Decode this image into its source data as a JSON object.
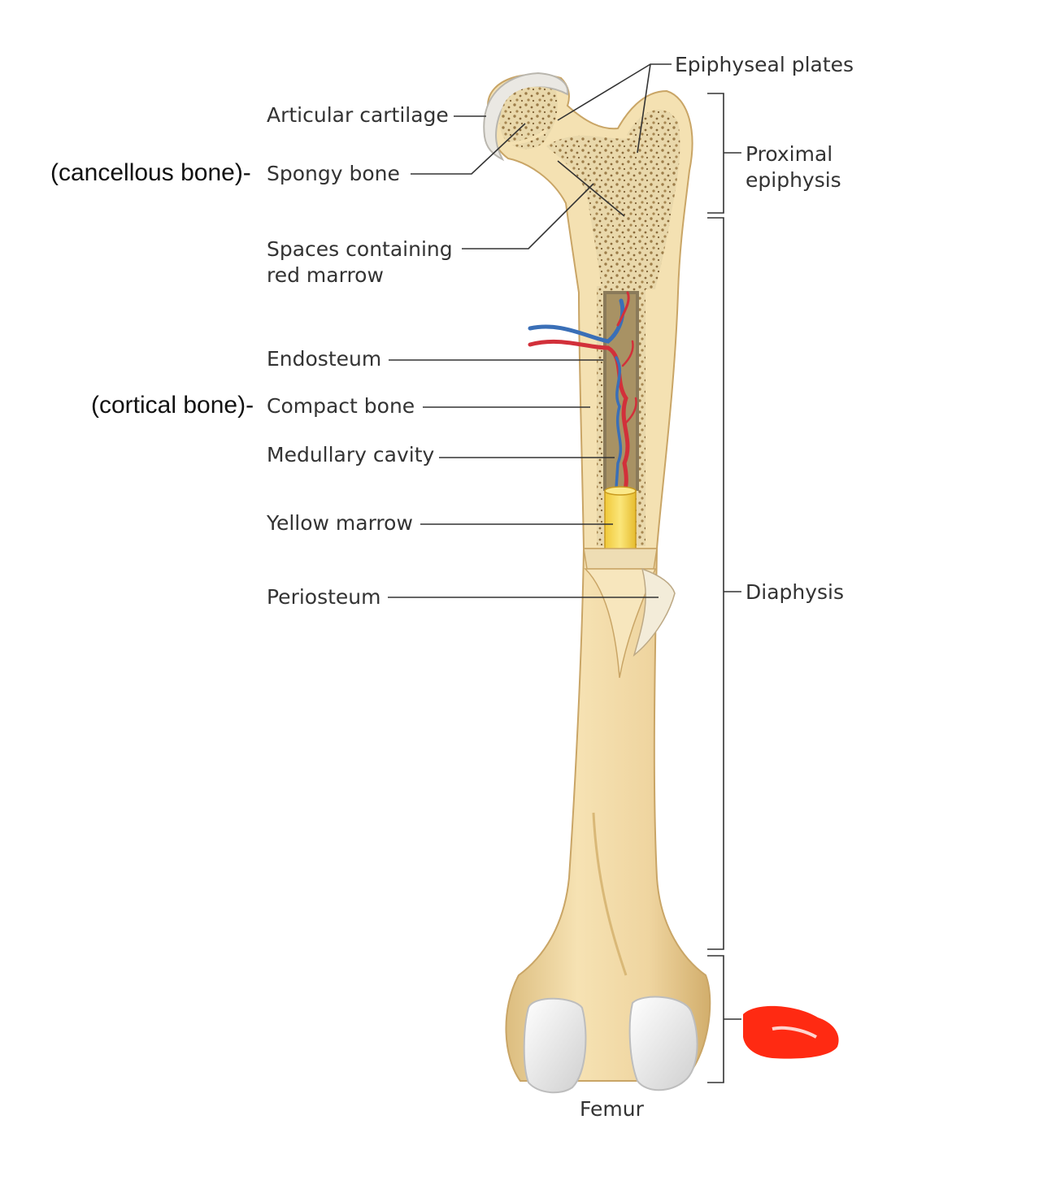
{
  "figure": {
    "caption": "Femur",
    "left_labels": {
      "articular_cartilage": "Articular cartilage",
      "spongy_bone": "Spongy bone",
      "spaces_red_marrow_line1": "Spaces containing",
      "spaces_red_marrow_line2": "red marrow",
      "endosteum": "Endosteum",
      "compact_bone": "Compact bone",
      "medullary_cavity": "Medullary cavity",
      "yellow_marrow": "Yellow marrow",
      "periosteum": "Periosteum"
    },
    "handwritten_annotations": {
      "cancellous": "(cancellous bone)-",
      "cortical": "(cortical bone)-"
    },
    "right_labels": {
      "epiphyseal_plates": "Epiphyseal plates",
      "proximal_line1": "Proximal",
      "proximal_line2": "epiphysis",
      "diaphysis": "Diaphysis"
    },
    "redaction": {
      "description": "red scribble covering distal epiphysis label",
      "color": "#ff2a12"
    },
    "colors": {
      "bone": "#f2dcaa",
      "bone_shadow": "#d9b877",
      "spongy": "#e6d3a4",
      "cartilage": "#e9e7e2",
      "yellow_marrow": "#f8d848",
      "artery": "#d2303a",
      "vein": "#3a6fb7",
      "leader_line": "#333333"
    }
  }
}
